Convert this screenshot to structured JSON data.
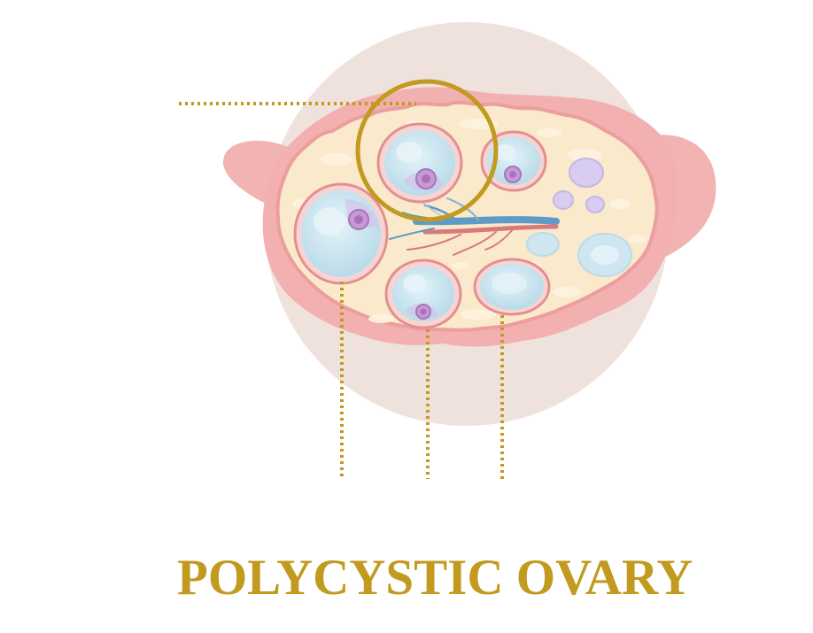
{
  "title": "POLYCYSTIC OVARY",
  "colors": {
    "accent": "#c19a1f",
    "background_circle": "#efe2dc",
    "ovary_pink": "#f2b3b3",
    "ovary_border": "#e89a9a",
    "stroma": "#fbe9cc",
    "cyst_fill": "#cfe6f0",
    "cyst_border": "#e7a3a3",
    "oocyte": "#c79ad3",
    "small_follicle": "#d8cdf0",
    "vessel_blue": "#5f9bc7",
    "vessel_red": "#d97a7a"
  },
  "icons": {
    "illustration": "polycystic-ovary-illustration",
    "highlight": "highlight-ring"
  }
}
